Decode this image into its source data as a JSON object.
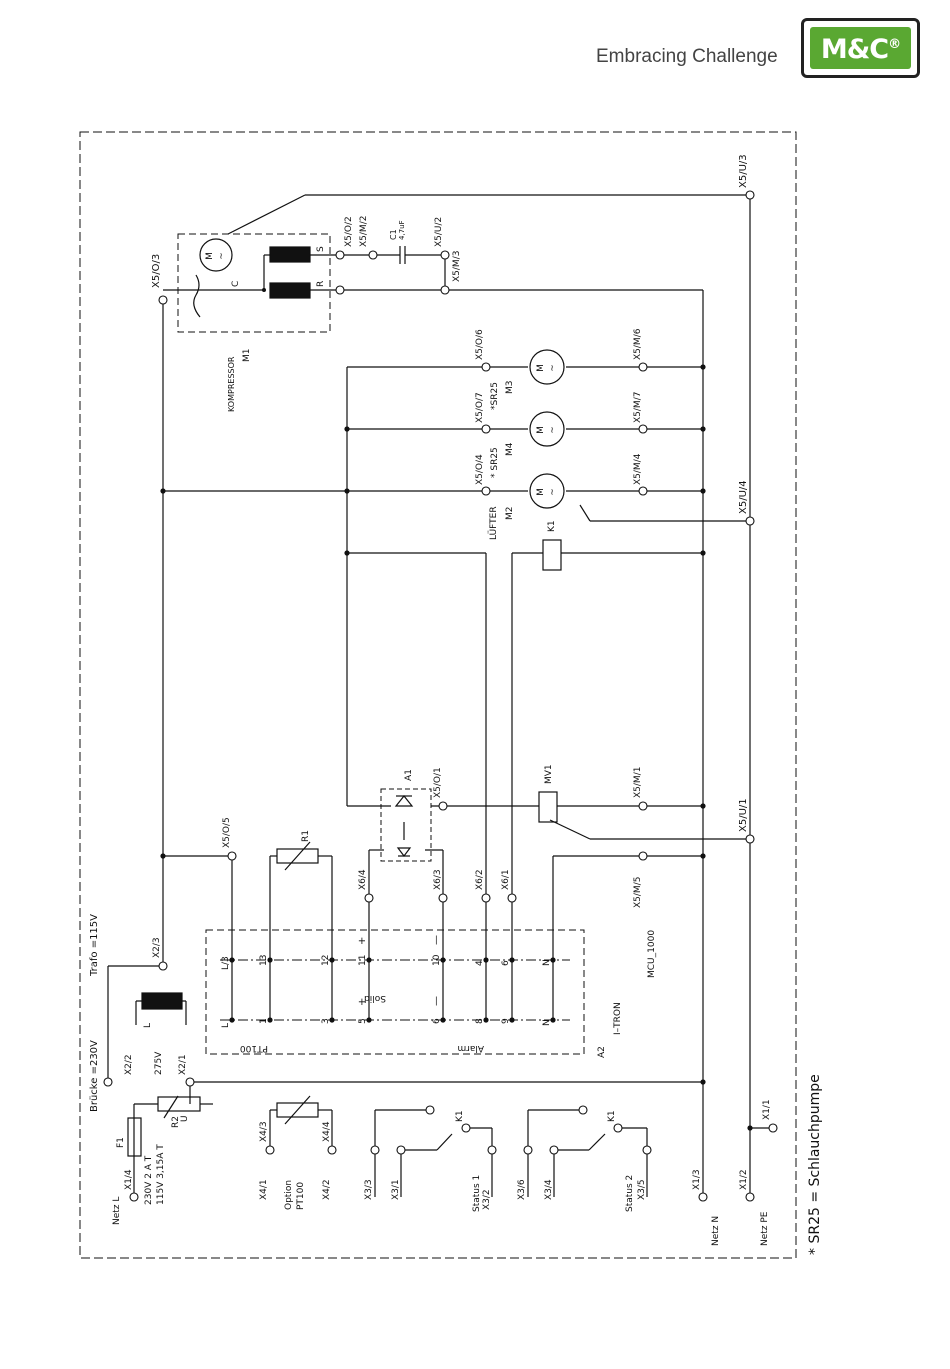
{
  "header": {
    "tagline": "Embracing Challenge",
    "logo_text": "M&C",
    "logo_mark": "®",
    "brand_green": "#5aa832"
  },
  "rotated_labels": [
    {
      "id": "x5u3",
      "text": "X5/U/3"
    },
    {
      "id": "x5o3",
      "text": "X5/O/3"
    },
    {
      "id": "x5o2",
      "text": "X5/O/2"
    },
    {
      "id": "x5m2",
      "text": "X5/M/2"
    },
    {
      "id": "c1",
      "text": "C1"
    },
    {
      "id": "c1v",
      "text": "4,7uF"
    },
    {
      "id": "x5u2",
      "text": "X5/U/2"
    },
    {
      "id": "x5m3",
      "text": "X5/M/3"
    },
    {
      "id": "m1s",
      "text": "S"
    },
    {
      "id": "m1c",
      "text": "C"
    },
    {
      "id": "m1r",
      "text": "R"
    },
    {
      "id": "komp",
      "text": "KOMPRESSOR"
    },
    {
      "id": "m1",
      "text": "M1"
    },
    {
      "id": "x5o6",
      "text": "X5/O/6"
    },
    {
      "id": "x5m6",
      "text": "X5/M/6"
    },
    {
      "id": "x5o7",
      "text": "X5/O/7"
    },
    {
      "id": "sr25a",
      "text": "*SR25"
    },
    {
      "id": "m3",
      "text": "M3"
    },
    {
      "id": "x5m7",
      "text": "X5/M/7"
    },
    {
      "id": "x5o4",
      "text": "X5/O/4"
    },
    {
      "id": "sr25b",
      "text": "* SR25"
    },
    {
      "id": "m4",
      "text": "M4"
    },
    {
      "id": "x5m4",
      "text": "X5/M/4"
    },
    {
      "id": "lufter",
      "text": "LÜFTER"
    },
    {
      "id": "m2",
      "text": "M2"
    },
    {
      "id": "x5u4",
      "text": "X5/U/4"
    },
    {
      "id": "k1top",
      "text": "K1"
    },
    {
      "id": "a1",
      "text": "A1"
    },
    {
      "id": "x5o1",
      "text": "X5/O/1"
    },
    {
      "id": "mv1",
      "text": "MV1"
    },
    {
      "id": "x5m1",
      "text": "X5/M/1"
    },
    {
      "id": "x5u1",
      "text": "X5/U/1"
    },
    {
      "id": "x5o5",
      "text": "X5/O/5"
    },
    {
      "id": "r1",
      "text": "R1"
    },
    {
      "id": "x64",
      "text": "X6/4"
    },
    {
      "id": "x63",
      "text": "X6/3"
    },
    {
      "id": "x62",
      "text": "X6/2"
    },
    {
      "id": "x61",
      "text": "X6/1"
    },
    {
      "id": "x5m5",
      "text": "X5/M/5"
    },
    {
      "id": "trafo",
      "text": "Trafo =115V"
    },
    {
      "id": "x23",
      "text": "X2/3"
    },
    {
      "id": "mcu",
      "text": "MCU_1000"
    },
    {
      "id": "l3",
      "text": "L/3"
    },
    {
      "id": "t13",
      "text": "13"
    },
    {
      "id": "t12",
      "text": "12"
    },
    {
      "id": "t11",
      "text": "11"
    },
    {
      "id": "plus1",
      "text": "+"
    },
    {
      "id": "t10",
      "text": "10"
    },
    {
      "id": "minus1",
      "text": "—"
    },
    {
      "id": "t4",
      "text": "4"
    },
    {
      "id": "t6top",
      "text": "6"
    },
    {
      "id": "ntop",
      "text": "N"
    },
    {
      "id": "lbot",
      "text": "L"
    },
    {
      "id": "t1",
      "text": "1"
    },
    {
      "id": "t3",
      "text": "3"
    },
    {
      "id": "t5",
      "text": "5"
    },
    {
      "id": "plus2",
      "text": "+"
    },
    {
      "id": "solid",
      "text": "Solid"
    },
    {
      "id": "t6bot",
      "text": "6"
    },
    {
      "id": "minus2",
      "text": "—"
    },
    {
      "id": "t8",
      "text": "8"
    },
    {
      "id": "t9",
      "text": "9"
    },
    {
      "id": "nbot",
      "text": "N"
    },
    {
      "id": "pt100",
      "text": "PT100"
    },
    {
      "id": "alarm",
      "text": "Alarm"
    },
    {
      "id": "itron",
      "text": "I–TRON"
    },
    {
      "id": "a2",
      "text": "A2"
    },
    {
      "id": "brucke",
      "text": "Brücke =230V"
    },
    {
      "id": "x22",
      "text": "X2/2"
    },
    {
      "id": "tl",
      "text": "L"
    },
    {
      "id": "v275",
      "text": "275V"
    },
    {
      "id": "x21",
      "text": "X2/1"
    },
    {
      "id": "r2",
      "text": "R2"
    },
    {
      "id": "r2u",
      "text": "U"
    },
    {
      "id": "f1",
      "text": "F1"
    },
    {
      "id": "x14",
      "text": "X1/4"
    },
    {
      "id": "f230",
      "text": "230V  2  A  T"
    },
    {
      "id": "f115",
      "text": "115V  3,15A T"
    },
    {
      "id": "netzl",
      "text": "Netz  L"
    },
    {
      "id": "x41",
      "text": "X4/1"
    },
    {
      "id": "x43",
      "text": "X4/3"
    },
    {
      "id": "option",
      "text": "Option"
    },
    {
      "id": "pt100b",
      "text": "PT100"
    },
    {
      "id": "x42",
      "text": "X4/2"
    },
    {
      "id": "x44",
      "text": "X4/4"
    },
    {
      "id": "x33",
      "text": "X3/3"
    },
    {
      "id": "x31",
      "text": "X3/1"
    },
    {
      "id": "k1a",
      "text": "K1"
    },
    {
      "id": "status1",
      "text": "Status  1"
    },
    {
      "id": "x32",
      "text": "X3/2"
    },
    {
      "id": "x36",
      "text": "X3/6"
    },
    {
      "id": "x34",
      "text": "X3/4"
    },
    {
      "id": "k1b",
      "text": "K1"
    },
    {
      "id": "status2",
      "text": "Status  2"
    },
    {
      "id": "x35",
      "text": "X3/5"
    },
    {
      "id": "x13",
      "text": "X1/3"
    },
    {
      "id": "netzn",
      "text": "Netz  N"
    },
    {
      "id": "x12",
      "text": "X1/2"
    },
    {
      "id": "netzpe",
      "text": "Netz  PE"
    },
    {
      "id": "x11",
      "text": "X1/1"
    },
    {
      "id": "footnote",
      "text": "*  SR25  =  Schlauchpumpe"
    }
  ],
  "motor_label": "M",
  "motor_sub": "~"
}
